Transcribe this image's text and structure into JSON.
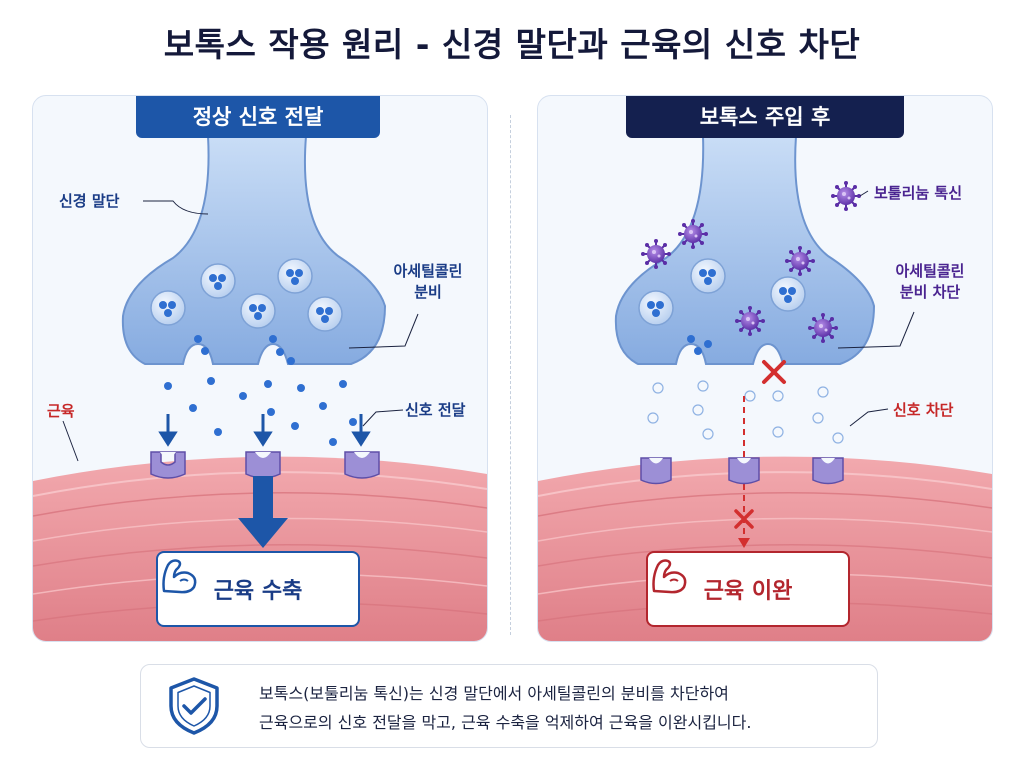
{
  "title": "보톡스 작용 원리 - 신경 말단과 근육의 신호 차단",
  "left_panel": {
    "header": "정상 신호 전달",
    "labels": {
      "nerve": "신경 말단",
      "ach_line1": "아세틸콜린",
      "ach_line2": "분비",
      "muscle": "근육",
      "signal": "신호 전달"
    },
    "result": "근육 수축"
  },
  "right_panel": {
    "header": "보톡스 주입 후",
    "labels": {
      "toxin": "보툴리눔 톡신",
      "block_line1": "아세틸콜린",
      "block_line2": "분비 차단",
      "signal_block": "신호 차단"
    },
    "result": "근육 이완"
  },
  "note": {
    "line1": "보톡스(보툴리눔 톡신)는 신경 말단에서 아세틸콜린의 분비를 차단하여",
    "line2": "근육으로의 신호 전달을 막고, 근육 수축을 억제하여 근육을 이완시킵니다.",
    "icon": "shield-check-icon"
  },
  "colors": {
    "blue": "#1d56a8",
    "navy": "#14204f",
    "red": "#c62828",
    "purple": "#5a2ea6",
    "muscle": "#e98f96",
    "nerve": "#a9c8ef"
  }
}
